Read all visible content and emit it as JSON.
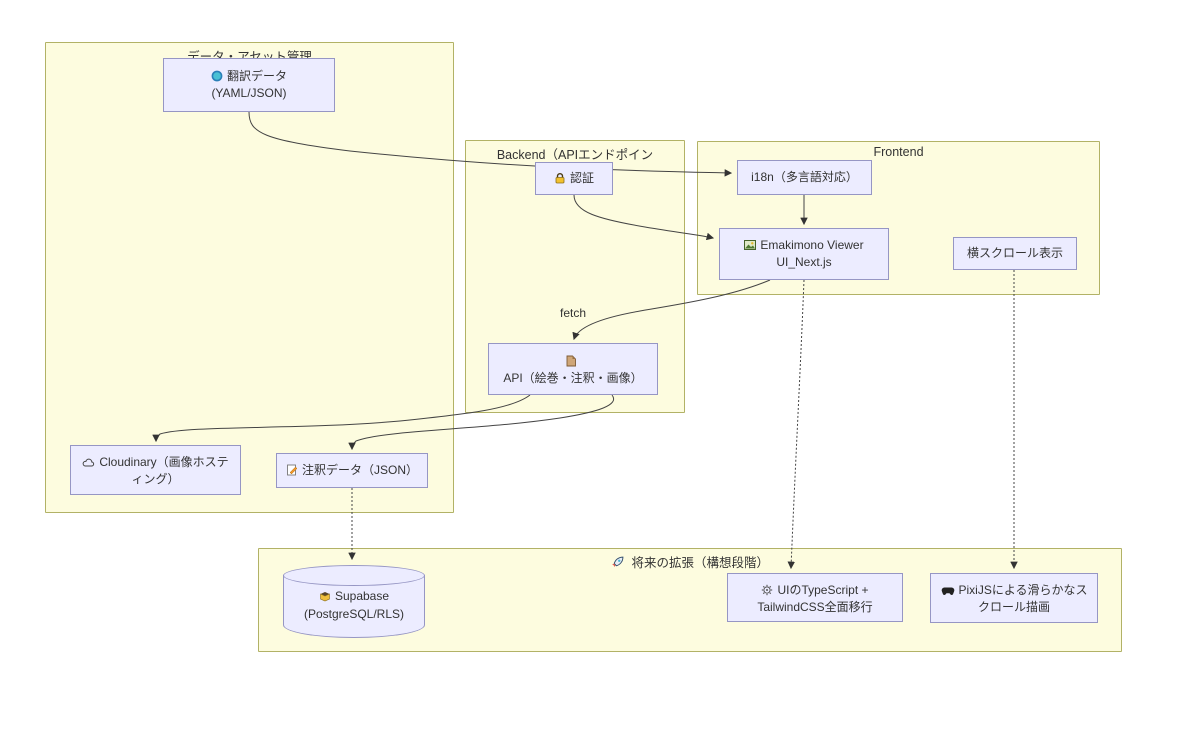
{
  "diagram": {
    "groups": [
      {
        "id": "data-assets",
        "title": "データ・アセット管理"
      },
      {
        "id": "backend",
        "title": "Backend（APIエンドポイン"
      },
      {
        "id": "frontend",
        "title": "Frontend"
      },
      {
        "id": "future",
        "title": "将来の拡張（構想段階）",
        "icon": "rocket-icon"
      }
    ],
    "nodes": [
      {
        "id": "translation-data",
        "icon": "globe-icon",
        "label": "翻訳データ",
        "sublabel": "(YAML/JSON)"
      },
      {
        "id": "auth",
        "icon": "lock-icon",
        "label": "認証"
      },
      {
        "id": "i18n",
        "label": "i18n（多言語対応）"
      },
      {
        "id": "viewer",
        "icon": "image-icon",
        "label": "Emakimono Viewer",
        "sublabel": "UI_Next.js"
      },
      {
        "id": "hscroll",
        "label": "横スクロール表示"
      },
      {
        "id": "api",
        "icon": "page-icon",
        "label": "API（絵巻・注釈・画像）"
      },
      {
        "id": "cloudinary",
        "icon": "cloud-icon",
        "label": "Cloudinary（画像ホスティング）"
      },
      {
        "id": "annotation-data",
        "icon": "memo-icon",
        "label": "注釈データ（JSON）"
      },
      {
        "id": "supabase",
        "icon": "package-icon",
        "label": "Supabase",
        "sublabel": "(PostgreSQL/RLS)"
      },
      {
        "id": "ts-migration",
        "icon": "gear-icon",
        "label": "UIのTypeScript + TailwindCSS全面移行"
      },
      {
        "id": "pixijs",
        "icon": "controller-icon",
        "label": "PixiJSによる滑らかなスクロール描画"
      }
    ],
    "edges": [
      {
        "from": "translation-data",
        "to": "i18n",
        "style": "solid"
      },
      {
        "from": "auth",
        "to": "viewer",
        "style": "solid"
      },
      {
        "from": "i18n",
        "to": "viewer",
        "style": "solid"
      },
      {
        "from": "viewer",
        "to": "api",
        "label": "fetch",
        "style": "solid"
      },
      {
        "from": "api",
        "to": "cloudinary",
        "style": "solid"
      },
      {
        "from": "api",
        "to": "annotation-data",
        "style": "solid"
      },
      {
        "from": "annotation-data",
        "to": "supabase",
        "style": "dotted"
      },
      {
        "from": "viewer",
        "to": "ts-migration",
        "style": "dotted"
      },
      {
        "from": "hscroll",
        "to": "pixijs",
        "style": "dotted"
      }
    ],
    "colors": {
      "cluster_fill": "#fdfcdf",
      "cluster_border": "#b2b266",
      "node_fill": "#ECECFF",
      "node_border": "#9696c4",
      "edge": "#444444",
      "text": "#333333"
    }
  }
}
